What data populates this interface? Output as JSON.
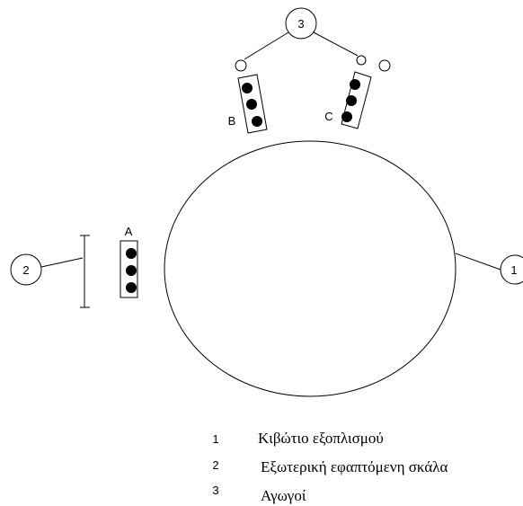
{
  "callouts": [
    {
      "number": "1"
    },
    {
      "number": "2"
    },
    {
      "number": "3"
    }
  ],
  "groups": [
    {
      "label": "A"
    },
    {
      "label": "B"
    },
    {
      "label": "C"
    }
  ],
  "legend": [
    {
      "number": "1",
      "text": "Κιβώτιο εξοπλισμού"
    },
    {
      "number": "2",
      "text": "Εξωτερική εφαπτόμενη σκάλα"
    },
    {
      "number": "3",
      "text": "Αγωγοί"
    }
  ]
}
